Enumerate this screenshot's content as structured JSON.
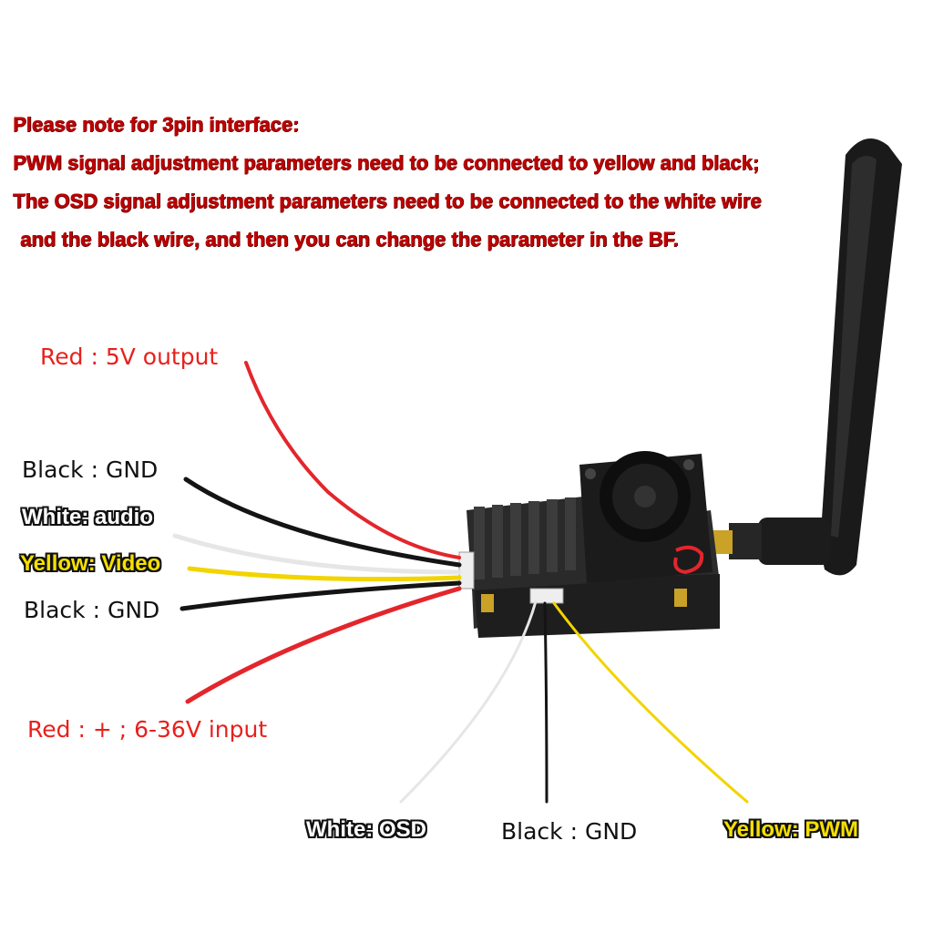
{
  "note": {
    "line1": "Please note for 3pin interface:",
    "line2": "PWM signal adjustment parameters need to be connected to yellow and black;",
    "line3": "The OSD signal adjustment parameters need to be connected to the white wire",
    "line4": "and the black wire, and then you can change the parameter in the BF."
  },
  "labels": {
    "red_5v": "Red : 5V output",
    "black_gnd_top": "Black :  GND",
    "white_audio": "White: audio",
    "yellow_video": "Yellow: Video",
    "black_gnd_mid": "Black :  GND",
    "red_input": "Red : +  ; 6-36V input",
    "white_osd": "White: OSD",
    "black_gnd_bottom": "Black :  GND",
    "yellow_pwm": "Yellow: PWM"
  },
  "colors": {
    "text_red": "#c00000",
    "label_red": "#e8201c",
    "wire_red": "#e3262c",
    "wire_black": "#141414",
    "wire_white": "#e6e6e6",
    "wire_yellow": "#f2d400"
  }
}
